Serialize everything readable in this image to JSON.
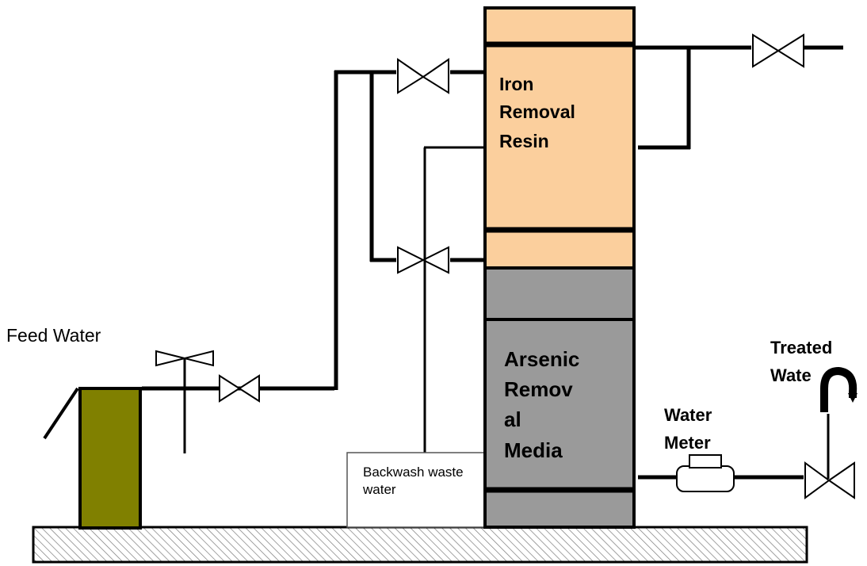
{
  "labels": {
    "feed_water": "Feed Water",
    "iron_line1": "Iron",
    "iron_line2": "Removal",
    "iron_line3": "Resin",
    "arsenic_line1": "Arsenic",
    "arsenic_line2": "Remov",
    "arsenic_line3": "al",
    "arsenic_line4": "Media",
    "meter_line1": "Water",
    "meter_line2": "Meter",
    "treated_line1": "Treated",
    "treated_line2": "Wate",
    "backwash_line1": "Backwash waste",
    "backwash_line2": "water"
  },
  "colors": {
    "iron_resin": "#fbcf9d",
    "arsenic_media": "#9a9a9a",
    "feed_tank": "#808000",
    "outline": "#000000"
  }
}
